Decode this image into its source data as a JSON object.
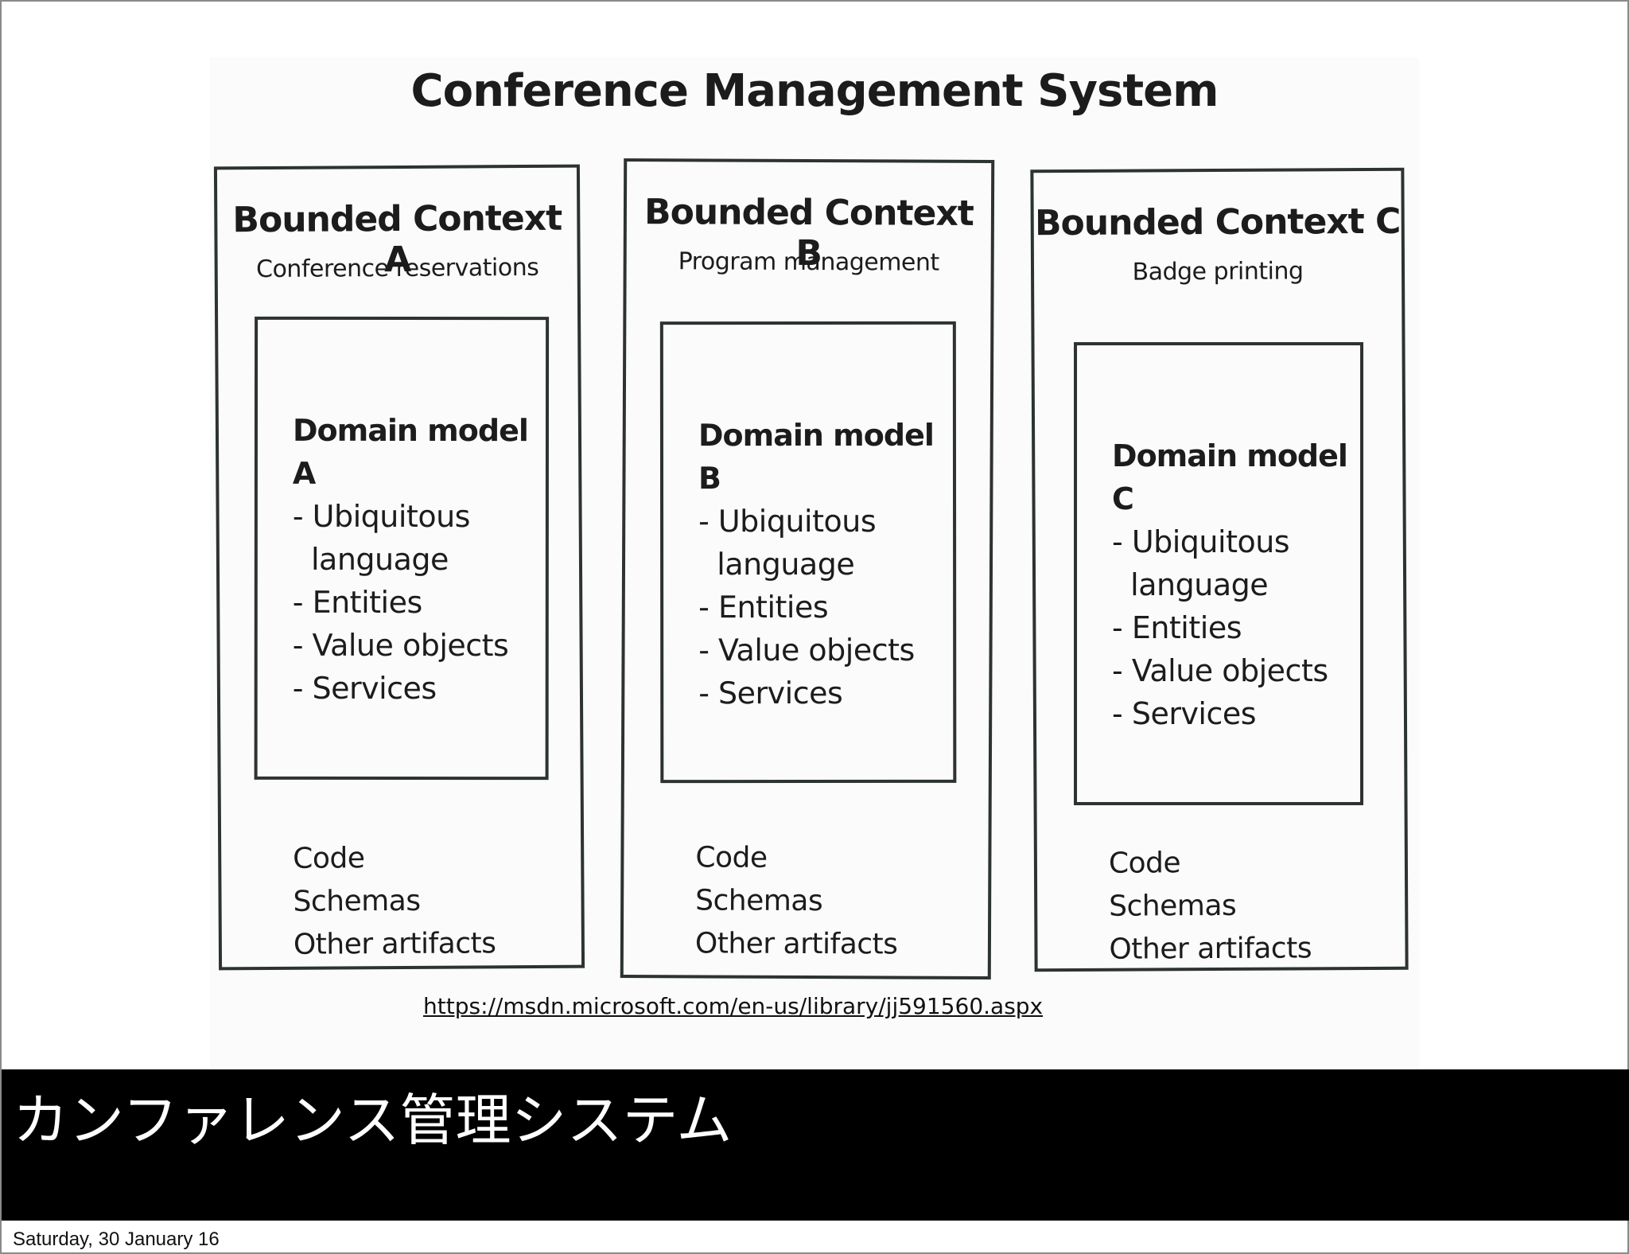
{
  "diagram": {
    "title": "Conference Management System",
    "contexts": [
      {
        "title": "Bounded Context A",
        "subtitle": "Conference reservations",
        "domain_model": {
          "title": "Domain model A",
          "items": [
            "- Ubiquitous",
            "  language",
            "- Entities",
            "- Value objects",
            "- Services"
          ]
        },
        "artifacts": [
          "Code",
          "Schemas",
          "Other artifacts"
        ]
      },
      {
        "title": "Bounded Context B",
        "subtitle": "Program management",
        "domain_model": {
          "title": "Domain model B",
          "items": [
            "- Ubiquitous",
            "  language",
            "- Entities",
            "- Value objects",
            "- Services"
          ]
        },
        "artifacts": [
          "Code",
          "Schemas",
          "Other artifacts"
        ]
      },
      {
        "title": "Bounded Context C",
        "subtitle": "Badge printing",
        "domain_model": {
          "title": "Domain model C",
          "items": [
            "- Ubiquitous",
            "  language",
            "- Entities",
            "- Value objects",
            "- Services"
          ]
        },
        "artifacts": [
          "Code",
          "Schemas",
          "Other artifacts"
        ]
      }
    ],
    "source_link": "https://msdn.microsoft.com/en-us/library/jj591560.aspx"
  },
  "caption": "カンファレンス管理システム",
  "footer": "Saturday, 30 January 16"
}
